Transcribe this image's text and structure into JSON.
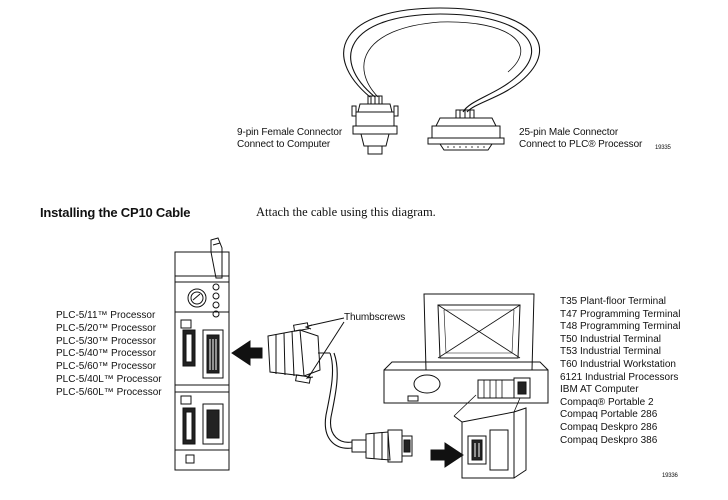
{
  "cable_figure": {
    "left_connector": {
      "line1": "9-pin Female Connector",
      "line2": "Connect to Computer"
    },
    "right_connector": {
      "line1": "25-pin Male Connector",
      "line2": "Connect to PLC® Processor"
    },
    "figure_number": "19335"
  },
  "section": {
    "heading": "Installing the CP10 Cable",
    "intro": "Attach the cable using this diagram."
  },
  "install_figure": {
    "processors": [
      "PLC-5/11™ Processor",
      "PLC-5/20™ Processor",
      "PLC-5/30™ Processor",
      "PLC-5/40™ Processor",
      "PLC-5/60™ Processor",
      "PLC-5/40L™ Processor",
      "PLC-5/60L™ Processor"
    ],
    "thumbscrews_label": "Thumbscrews",
    "terminals": [
      "T35 Plant-floor Terminal",
      "T47 Programming Terminal",
      "T48 Programming Terminal",
      "T50 Industrial Terminal",
      "T53 Industrial Terminal",
      "T60 Industrial Workstation",
      "6121 Industrial Processors",
      "IBM AT Computer",
      "Compaq® Portable 2",
      "Compaq Portable 286",
      "Compaq Deskpro 286",
      "Compaq Deskpro 386"
    ],
    "figure_number": "19336"
  }
}
